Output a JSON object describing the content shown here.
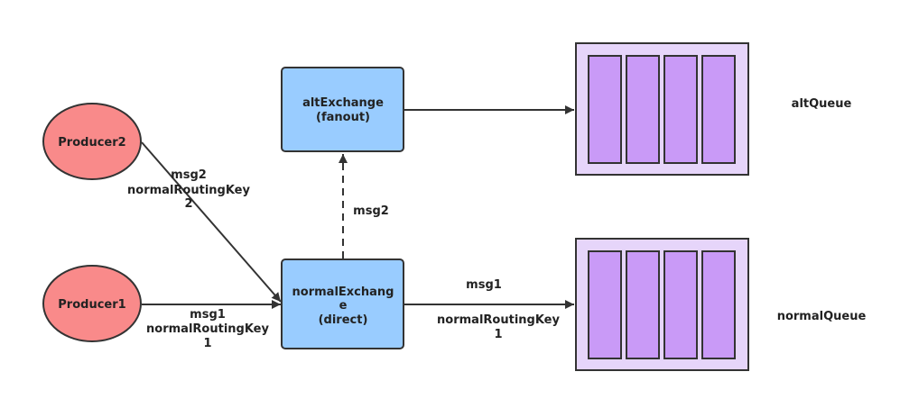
{
  "nodes": {
    "producer2": {
      "label": "Producer2"
    },
    "producer1": {
      "label": "Producer1"
    },
    "alt_exchange": {
      "line1": "altExchange",
      "line2": "(fanout)"
    },
    "normal_exchange": {
      "line1": "normalExchang",
      "line2": "e",
      "line3": "(direct)"
    },
    "alt_queue": {
      "label": "altQueue"
    },
    "normal_queue": {
      "label": "normalQueue"
    }
  },
  "edges": {
    "p2_to_normal": {
      "line1": "msg2",
      "line2": "normalRoutingKey",
      "line3": "2"
    },
    "p1_to_normal": {
      "line1": "msg1",
      "line2": "normalRoutingKey",
      "line3": "1"
    },
    "normal_to_alt": {
      "line1": "msg2"
    },
    "normal_to_queue": {
      "line1": "msg1",
      "line2": "normalRoutingKey",
      "line3": "1"
    }
  },
  "colors": {
    "producer_fill": "#f98a8a",
    "exchange_fill": "#99ccff",
    "queue_fill": "#e6d5fa",
    "queue_slot_fill": "#c99af7",
    "stroke": "#333333"
  }
}
